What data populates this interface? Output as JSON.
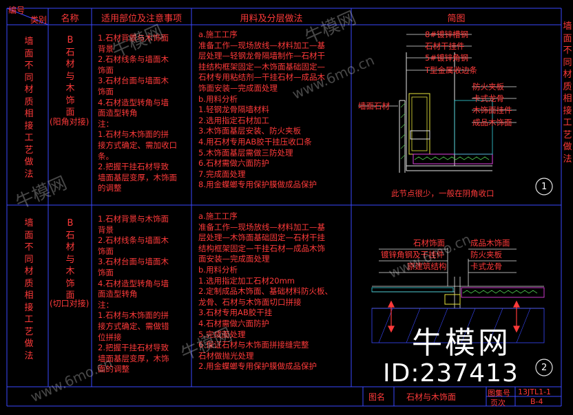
{
  "header": {
    "corner_top": "编号",
    "corner_bottom": "类别",
    "name": "名称",
    "scope": "适用部位及注意事项",
    "method": "用料及分层做法",
    "sketch": "简图"
  },
  "rows": [
    {
      "category": "墙面不同材质相接工艺做法",
      "name": "B石材与木饰面",
      "name_suffix": "(阳角对接)",
      "scope": [
        "1.石材背景与木饰面",
        "背景",
        "2.石材线条与墙面木",
        "饰面",
        "3.石材台面与墙面木",
        "饰面",
        "4.石材造型转角与墙",
        "面造型转角",
        "注：",
        "1.石材与木饰面的拼",
        "接方式确定、需加收口",
        "条。",
        "2.把握干挂石材导致",
        "墙面基层变厚，木饰面",
        "的调整"
      ],
      "method": [
        "a.施工工序",
        "准备工作—现场放线—材料加工—基",
        "层处理—轻钢龙骨隔墙制作—石材干",
        "挂结构框架固定—木饰面基础固定—",
        "石材专用粘结剂—干挂石材—成品木",
        "饰面安装—完成面处理",
        "b.用料分析",
        "1.轻钢龙骨隔墙材料",
        "2.选用指定石材加工",
        "3.木饰面基层安装、防火夹板",
        "4.用石材专用AB胶干挂压收口条",
        "5.木饰面基层需做三防处理",
        "6.石材需做六面防护",
        "7.完成面处理",
        "8.用金蝶螂专用保护膜做成品保护"
      ],
      "labels": {
        "top1": "8#镀锌槽钢",
        "top2": "石材干挂件",
        "top3": "5#镀锌角钢",
        "top4": "T型金属收边条",
        "right1": "防火夹板",
        "right2": "卡式龙骨",
        "right3": "木饰面挂件",
        "right4": "成品木饰面",
        "left": "墙面石材",
        "caption": "此节点很少，一般在阴角收口"
      },
      "marker": "1"
    },
    {
      "category": "墙面不同材质相接工艺做法",
      "name": "B石材与木饰面",
      "name_suffix": "(切口对接)",
      "scope": [
        "1.石材背景与木饰面",
        "背景",
        "2.石材线条与墙面木",
        "饰面",
        "3.石材台面与墙面木",
        "饰面",
        "4.石材造型转角与墙",
        "面造型转角",
        "注：",
        "1.石材与木饰面的拼",
        "接方式确定、需做错",
        "位拼接",
        "2.把握干挂石材导致",
        "墙面基层变厚，木饰",
        "面的调整"
      ],
      "method": [
        "a.施工工序",
        "准备工作—现场放线—材料加工—基",
        "层处理—木饰面基础固定—石材干挂",
        "结构框架固定—干挂石材—成品木饰",
        "面安装—完成面处理",
        "b.用料分析",
        "1.选用指定加工石材20mm",
        "2.定制成品木饰面、基础材料防火板、",
        "龙骨、石材与木饰面切口拼接",
        "3.石材专用AB胶干挂",
        "4.石材需做六面防护",
        "5.完成面处理",
        "6.保证石材与木饰面拼接缝完整",
        "石材做抛光处理",
        "2.用金蝶螂专用保护膜做成品保护"
      ],
      "labels": {
        "l1": "石材饰面",
        "l2": "镀锌角钢及干挂件",
        "l3": "原建筑结构",
        "r1": "成品木饰面",
        "r2": "防火夹板",
        "r3": "卡式龙骨"
      },
      "marker": "2"
    }
  ],
  "side_text": "墙面不同材质相接工艺做法",
  "title_block": {
    "drawing_name_label": "图名",
    "drawing_name": "石材与木饰面",
    "atlas_no_label": "图集号",
    "atlas_no": "13JTL1-1",
    "page_label": "页次",
    "page": "B-4"
  },
  "watermarks": [
    "牛模网",
    "www.6mo.cn"
  ],
  "brand": {
    "name": "牛模网",
    "id_text": "ID:237413"
  },
  "colors": {
    "frame": "#3a49ff",
    "text": "#ff3a3a",
    "line_white": "#e6e6e6",
    "hatch_green": "#4cc24c",
    "yellow": "#e8e53b",
    "magenta": "#e040e0",
    "cyan": "#39d7e0"
  }
}
